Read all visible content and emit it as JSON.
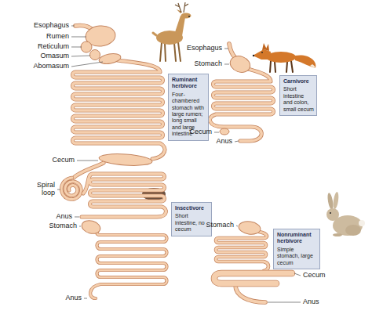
{
  "diagram": {
    "nodes": [
      {
        "text": [
          "Ruminant herbivore",
          "Four-chambered stomach with large rumen; long small and large intestine"
        ]
      },
      {
        "text": [
          "Carnivore",
          "Short intestine and colon, small cecum"
        ]
      },
      {
        "text": [
          "Insectivore",
          "Short intestine, no cecum"
        ]
      },
      {
        "text": [
          "Nonruminant herbivore",
          "Simple stomach, large cecum"
        ]
      }
    ],
    "labels": [
      "Esophagus",
      "Rumen",
      "Reticulum",
      "Omasum",
      "Abomasum",
      "Cecum",
      "Spiral loop",
      "Anus",
      "Esophagus",
      "Stomach",
      "Cecum",
      "Anus",
      "Stomach",
      "Anus",
      "Stomach",
      "Cecum",
      "Anus"
    ]
  }
}
